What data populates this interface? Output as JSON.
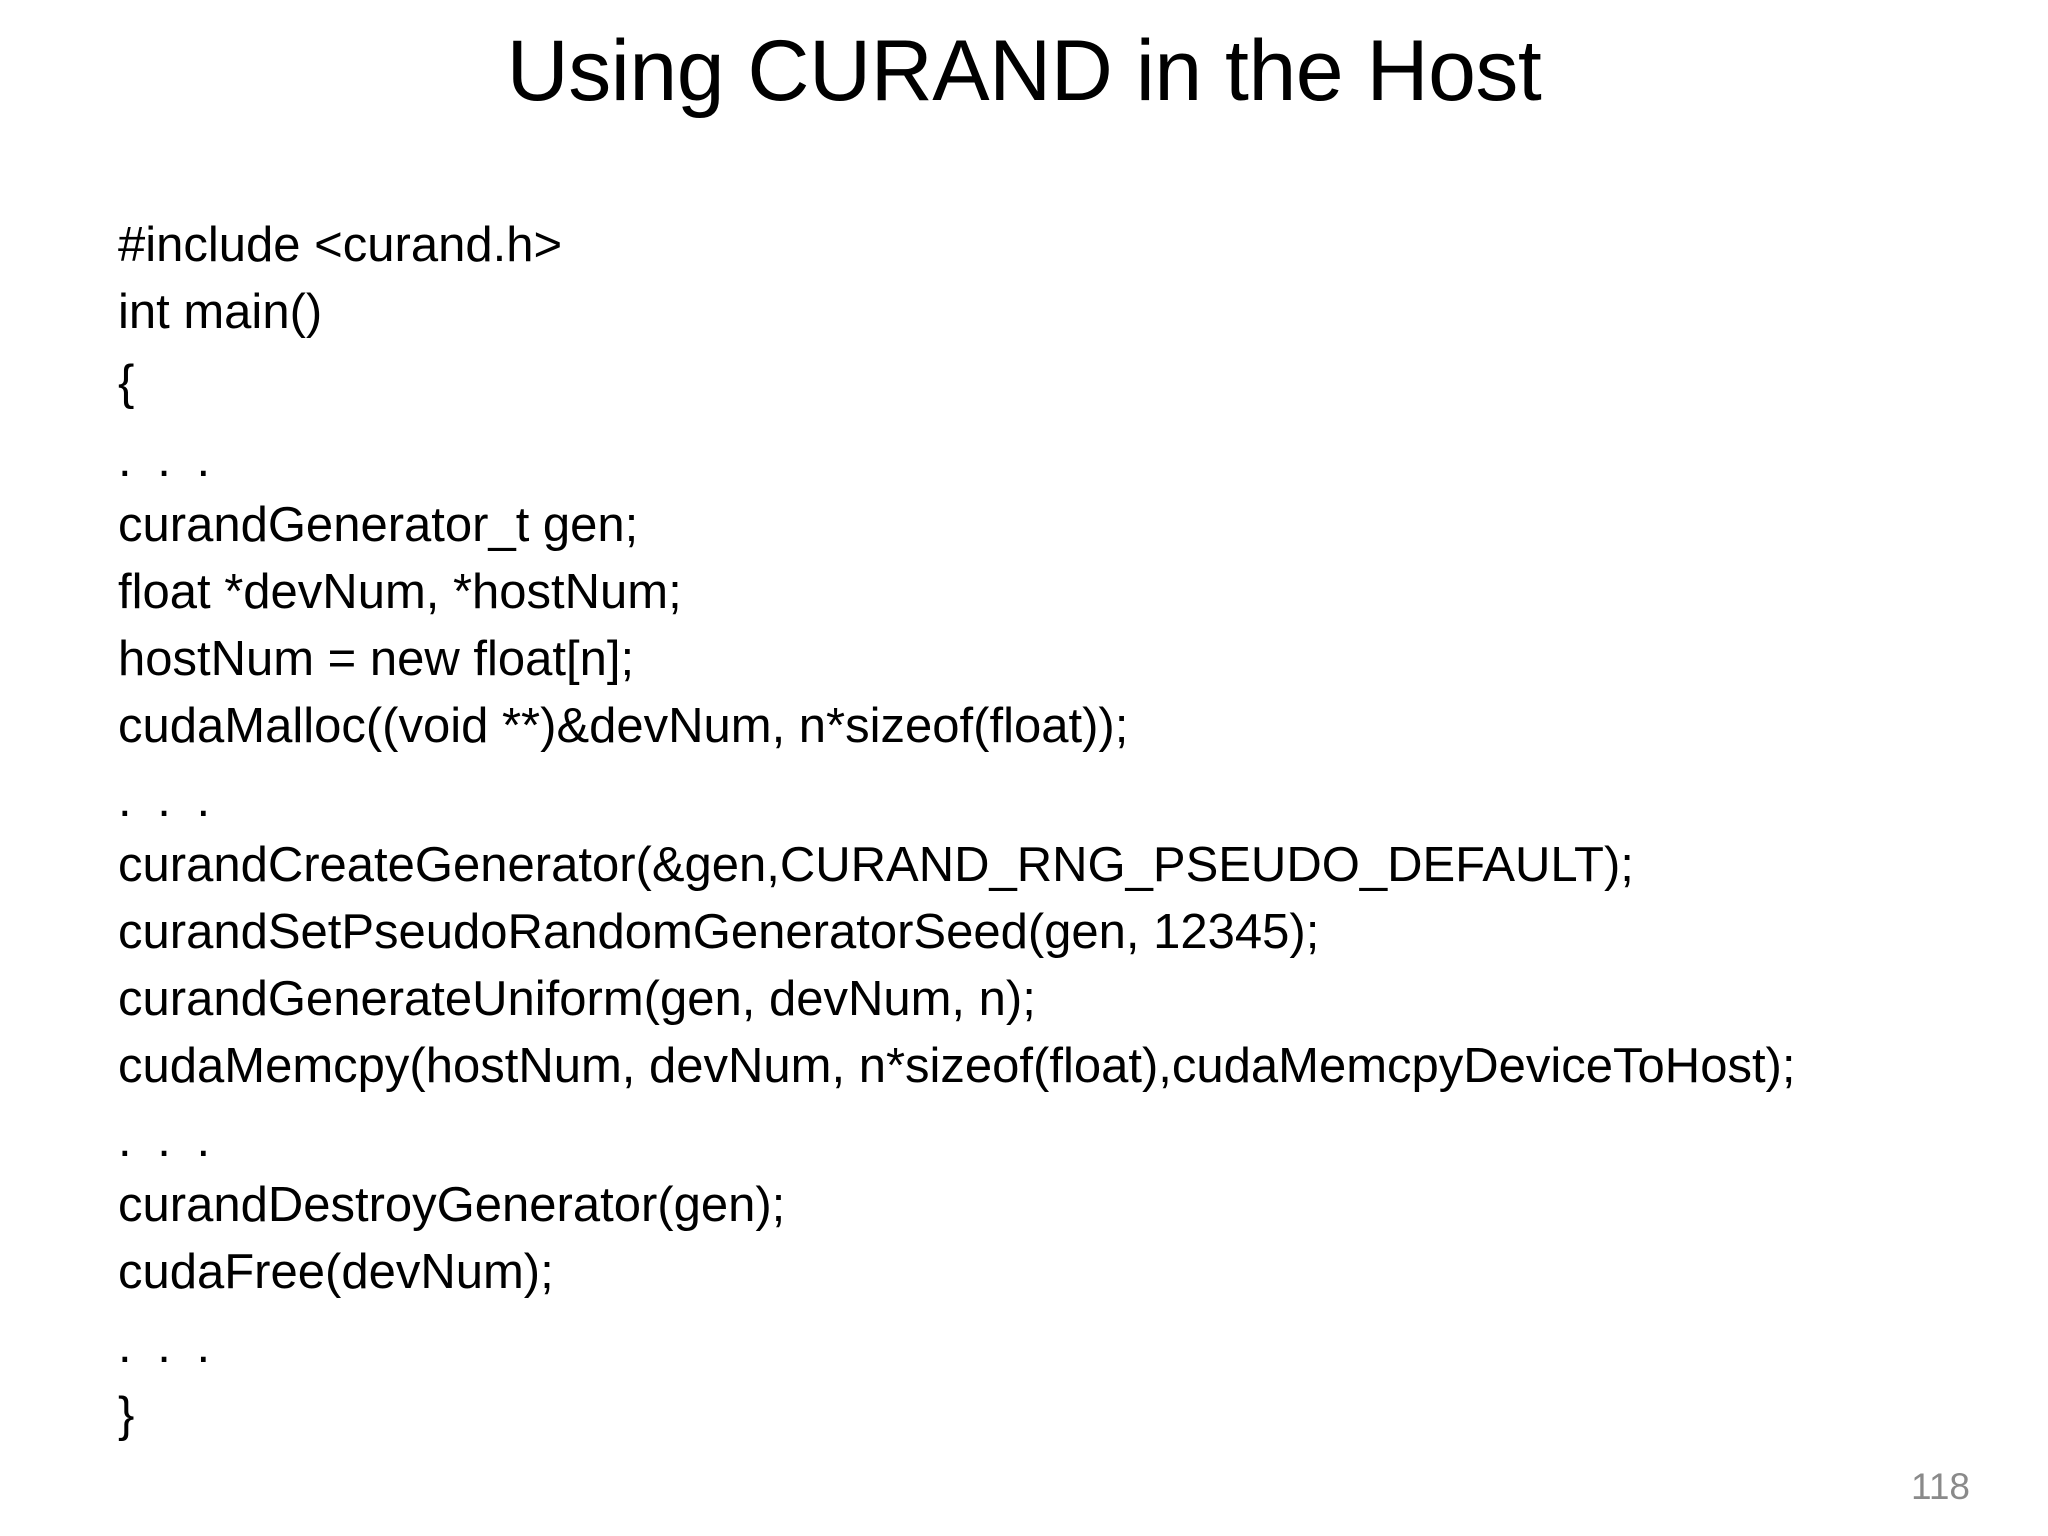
{
  "slide": {
    "title": "Using CURAND in the Host",
    "page_number": "118",
    "text_color": "#000000",
    "page_number_color": "#8a8a8a",
    "background_color": "#ffffff"
  },
  "code": {
    "lines": [
      {
        "text": "#include <curand.h>",
        "kind": "code"
      },
      {
        "text": "int main()",
        "kind": "code"
      },
      {
        "text": "{",
        "kind": "brace"
      },
      {
        "text": ". . .",
        "kind": "ellipsis"
      },
      {
        "text": "curandGenerator_t gen;",
        "kind": "code"
      },
      {
        "text": "float *devNum, *hostNum;",
        "kind": "code"
      },
      {
        "text": "hostNum = new float[n];",
        "kind": "code"
      },
      {
        "text": "cudaMalloc((void **)&devNum, n*sizeof(float));",
        "kind": "code"
      },
      {
        "text": ". . .",
        "kind": "ellipsis"
      },
      {
        "text": "curandCreateGenerator(&gen,CURAND_RNG_PSEUDO_DEFAULT);",
        "kind": "code"
      },
      {
        "text": "curandSetPseudoRandomGeneratorSeed(gen, 12345);",
        "kind": "code"
      },
      {
        "text": "curandGenerateUniform(gen, devNum, n);",
        "kind": "code"
      },
      {
        "text": "cudaMemcpy(hostNum, devNum, n*sizeof(float),cudaMemcpyDeviceToHost);",
        "kind": "code"
      },
      {
        "text": ". . .",
        "kind": "ellipsis"
      },
      {
        "text": "curandDestroyGenerator(gen);",
        "kind": "code"
      },
      {
        "text": "cudaFree(devNum);",
        "kind": "code"
      },
      {
        "text": ". . .",
        "kind": "ellipsis"
      },
      {
        "text": "}",
        "kind": "brace"
      }
    ]
  }
}
